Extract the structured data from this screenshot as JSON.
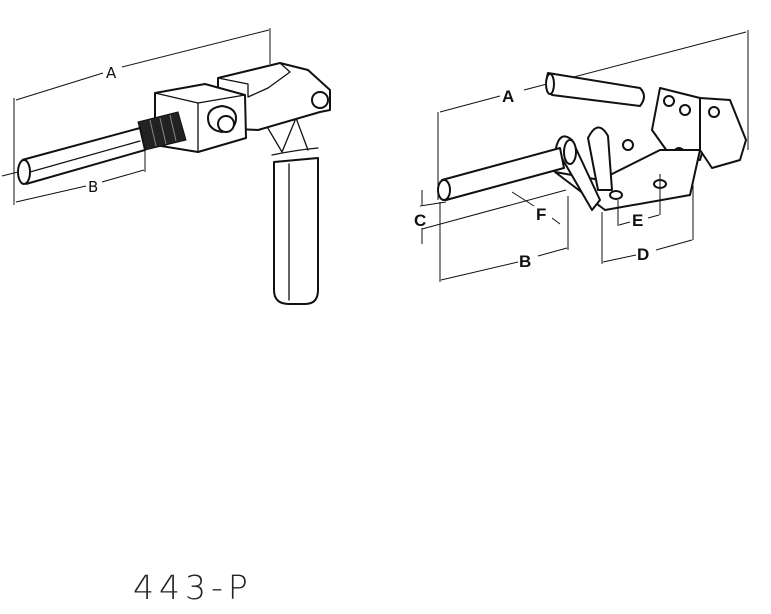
{
  "title": "443-P",
  "left_view": {
    "dimension_labels": [
      "A",
      "B"
    ]
  },
  "right_view": {
    "dimension_labels": [
      "A",
      "B",
      "C",
      "D",
      "E",
      "F"
    ]
  },
  "colors": {
    "line": "#111111",
    "background": "#ffffff"
  }
}
